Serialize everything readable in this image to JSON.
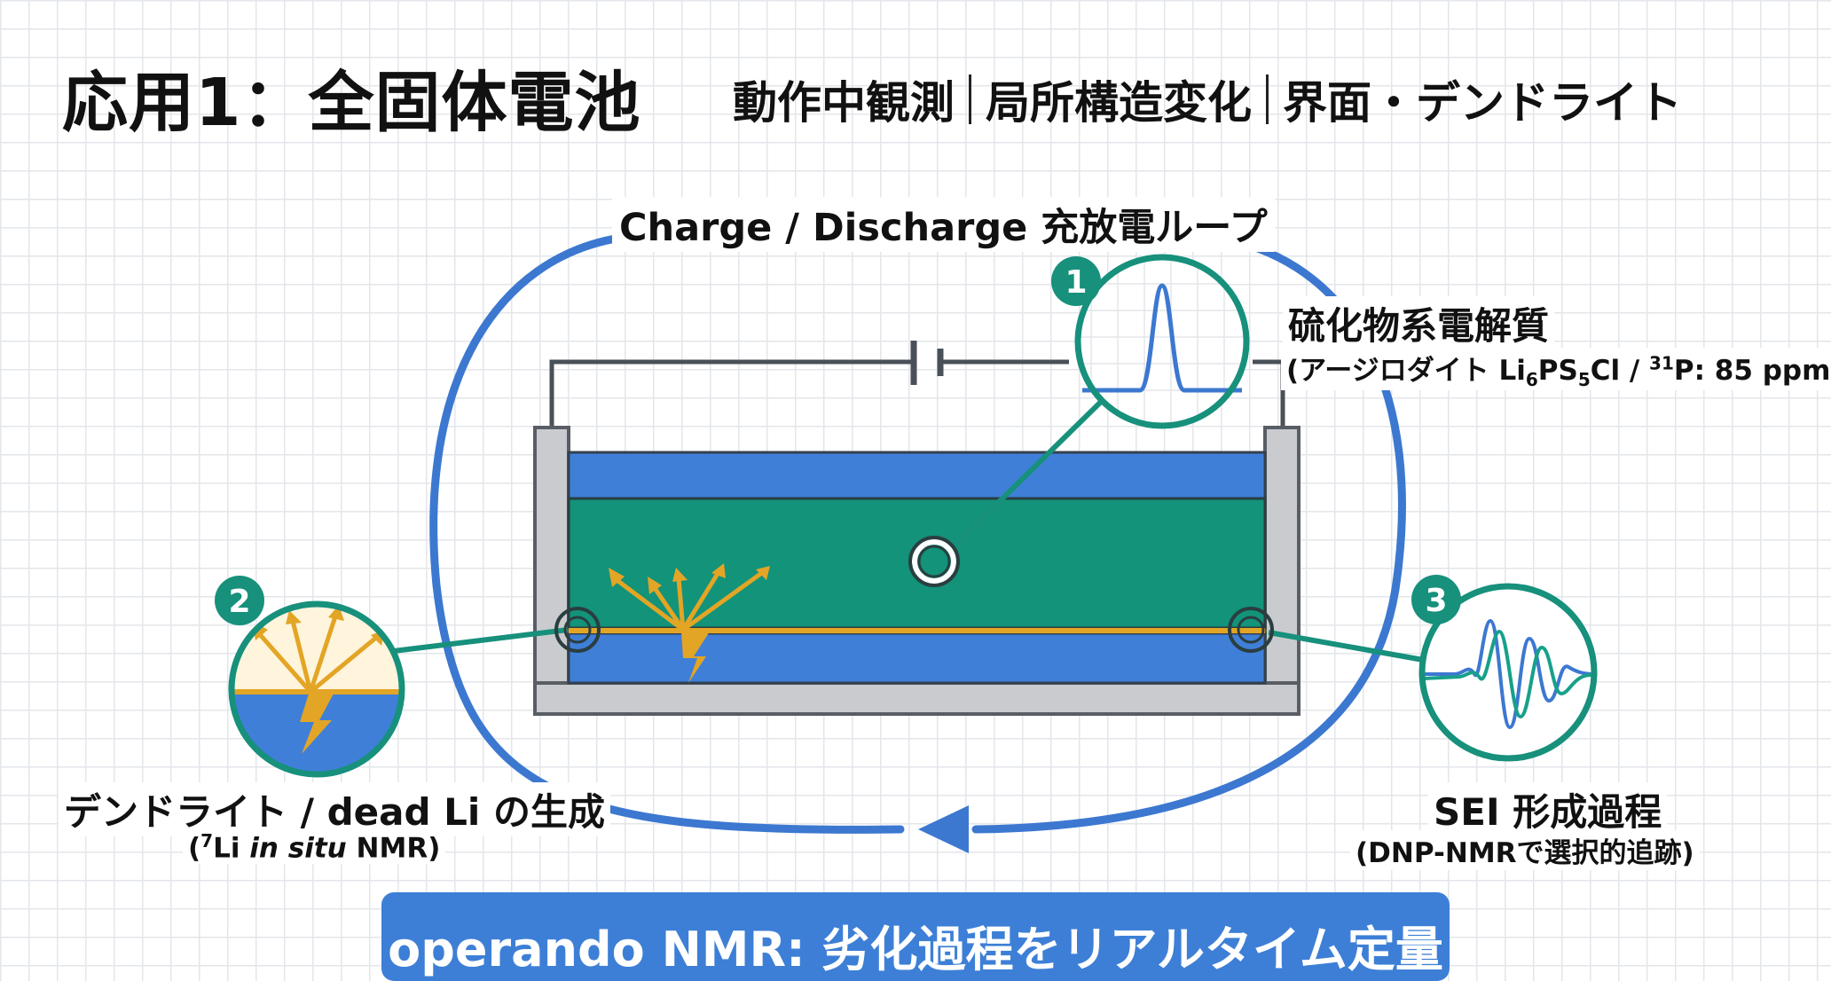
{
  "header": {
    "title": "応用1：全固体電池",
    "keywords": [
      "動作中観測",
      "局所構造変化",
      "界面・デンドライト"
    ]
  },
  "loop": {
    "label": "Charge / Discharge 充放電ループ"
  },
  "callouts": [
    {
      "number": "1",
      "title": "硫化物系電解質",
      "subtitle_pre": "(アージロダイト Li",
      "subtitle_sub1": "6",
      "subtitle_mid": "PS",
      "subtitle_sub2": "5",
      "subtitle_mid2": "Cl / ",
      "subtitle_sup": "31",
      "subtitle_post": "P: 85 ppm)"
    },
    {
      "number": "2",
      "title": "デンドライト / dead Li の生成",
      "subtitle_pre": "(",
      "subtitle_sup": "7",
      "subtitle_mid": "Li ",
      "subtitle_italic": "in situ",
      "subtitle_post": " NMR)"
    },
    {
      "number": "3",
      "title": "SEI 形成過程",
      "subtitle": "(DNP-NMRで選択的追跡)"
    }
  ],
  "banner": {
    "text": "operando NMR: 劣化過程をリアルタイム定量"
  },
  "colors": {
    "loop_blue": "#3c78d0",
    "electrode_blue": "#3f7fd8",
    "electrolyte_teal": "#12937a",
    "interface_gold": "#e3a525",
    "callout_teal": "#17907c",
    "case_gray": "#c9cbce",
    "wire_dark": "#4a5058"
  }
}
